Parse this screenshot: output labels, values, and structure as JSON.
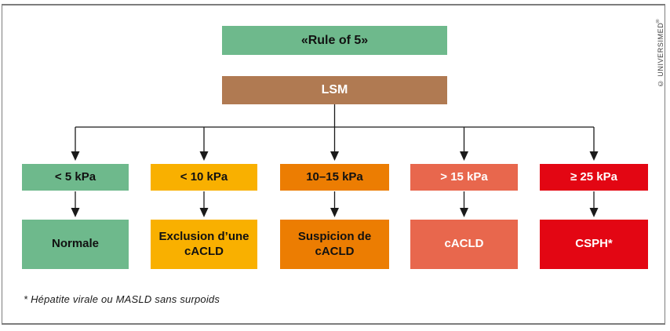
{
  "title": {
    "label": "«Rule of 5»",
    "bg": "#6EB98C",
    "text_color": "#111111"
  },
  "root": {
    "label": "LSM",
    "bg": "#B07A52",
    "text_color": "#ffffff"
  },
  "branches": [
    {
      "threshold": "< 5 kPa",
      "result": "Normale",
      "bg": "#6EB98C",
      "text_color": "#111111"
    },
    {
      "threshold": "< 10 kPa",
      "result": "Exclusion d’une cACLD",
      "bg": "#F9B000",
      "text_color": "#111111"
    },
    {
      "threshold": "10–15 kPa",
      "result": "Suspicion de cACLD",
      "bg": "#EC7D02",
      "text_color": "#111111"
    },
    {
      "threshold": "> 15 kPa",
      "result": "cACLD",
      "bg": "#E8674D",
      "text_color": "#ffffff"
    },
    {
      "threshold": "≥ 25 kPa",
      "result": "CSPH*",
      "bg": "#E30613",
      "text_color": "#ffffff"
    }
  ],
  "footnote": "* Hépatite virale ou MASLD sans surpoids",
  "credit": {
    "label": "© UNIVERSIMED",
    "reg": "®"
  }
}
